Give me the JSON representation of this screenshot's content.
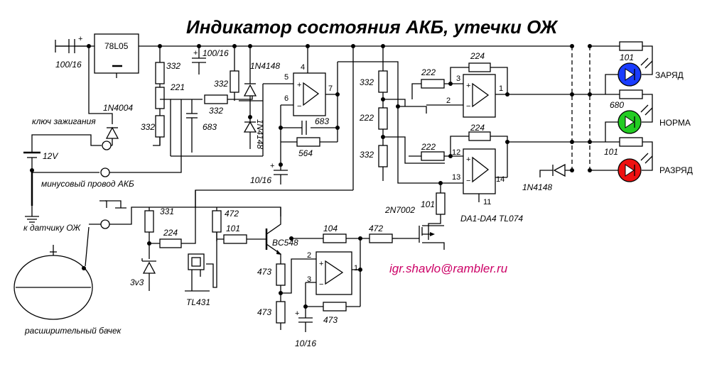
{
  "title": "Индикатор состояния АКБ, утечки ОЖ",
  "email": "igr.shavlo@rambler.ru",
  "colors": {
    "blue_led": "#1a3cff",
    "green_led": "#22cc22",
    "red_led": "#ee1111",
    "email": "#cc0066"
  },
  "labels": {
    "c_input": "100/16",
    "regulator": "78L05",
    "r332_a": "332",
    "r221": "221",
    "r332_b": "332",
    "diode_1n4004": "1N4004",
    "ignition_key": "ключ зажигания",
    "battery_12v": "12V",
    "minus_wire": "минусовый провод АКБ",
    "coolant_sensor": "к датчику  ОЖ",
    "expansion_tank": "расширительный бачек",
    "c_100_16_top": "100/16",
    "diode_1n4148_top": "1N4148",
    "r332_c": "332",
    "r332_d": "332",
    "c683_a": "683",
    "diode_1n4148_b": "1N4148",
    "c683_b": "683",
    "r564": "564",
    "c_10_16_mid": "10/16",
    "r332_e": "332",
    "r222_a": "222",
    "r332_f": "332",
    "r222_b": "222",
    "r224_a": "224",
    "r222_c": "222",
    "r224_b": "224",
    "r101_a": "101",
    "r680": "680",
    "r101_b": "101",
    "led_charge": "ЗАРЯД",
    "led_norm": "НОРМА",
    "led_discharge": "РАЗРЯД",
    "diode_1n4148_c": "1N4148",
    "chip_label": "DA1-DA4 TL074",
    "r101_gate": "101",
    "mosfet": "2N7002",
    "r331": "331",
    "r472_a": "472",
    "r224_c": "224",
    "r101_base": "101",
    "transistor": "BC548",
    "zener": "3v3",
    "tl431": "TL431",
    "r104": "104",
    "r472_b": "472",
    "r473_a": "473",
    "r473_b": "473",
    "r473_c": "473",
    "c_10_16_bottom": "10/16"
  },
  "pins": {
    "p4": "4",
    "p5": "5",
    "p6": "6",
    "p7": "7",
    "p3": "3",
    "p2": "2",
    "p1": "1",
    "p12": "12",
    "p13": "13",
    "p14": "14",
    "p11": "11",
    "p2b": "2",
    "p3b": "3",
    "p1b": "1"
  }
}
